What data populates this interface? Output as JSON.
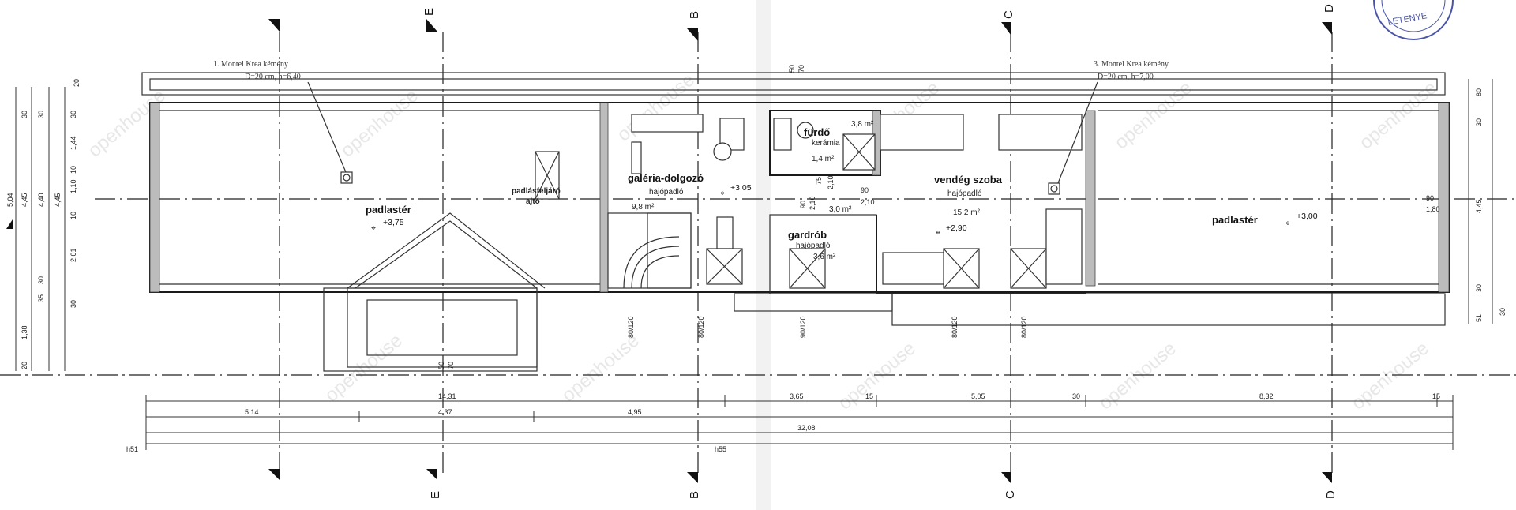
{
  "rooms": {
    "padlas_left": {
      "name": "padlastér",
      "level": "+3,75"
    },
    "padlas_right": {
      "name": "padlastér",
      "level": "+3,00"
    },
    "padlasfeljaro": {
      "line1": "padlásfeljáró",
      "line2": "ajtó"
    },
    "galeria": {
      "name": "galéria-dolgozó",
      "floor": "hajópadló",
      "area": "9,8 m²",
      "level": "+3,05"
    },
    "furdo": {
      "name": "fürdő",
      "floor": "kerámia",
      "area": "1,4 m²",
      "area2": "3,8 m²"
    },
    "vendeg": {
      "name": "vendég szoba",
      "floor": "hajópadló",
      "area": "15,2 m²",
      "level": "+2,90"
    },
    "gardrob": {
      "name": "gardrób",
      "floor": "hajópadló",
      "area": "3,6 m²"
    },
    "hall": {
      "area": "3,0 m²"
    }
  },
  "chimney_notes": {
    "left_line1": "1. Montel Krea kémény",
    "left_line2": "D=20 cm, h=6,40",
    "right_line1": "3. Montel Krea kémény",
    "right_line2": "D=20 cm, h=7,00"
  },
  "sections": {
    "top": [
      "E",
      "B",
      "C",
      "D"
    ],
    "bottom": [
      "E",
      "B",
      "C",
      "D"
    ]
  },
  "dimensions": {
    "row1": [
      "14,31",
      "3,65",
      "15",
      "5,05",
      "30",
      "8,32",
      "15"
    ],
    "row2": [
      "5,14",
      "4,37",
      "4,95"
    ],
    "total": "32,08",
    "left_side": [
      "20",
      "30",
      "30",
      "30",
      "1,44",
      "10",
      "1,10",
      "10",
      "2,01",
      "30",
      "35",
      "30",
      "1,38",
      "20"
    ],
    "left_tot": [
      "5,04",
      "4,45",
      "4,40",
      "4,45"
    ],
    "right_side": [
      "80",
      "30",
      "4,45",
      "30",
      "51",
      "30"
    ],
    "doors": [
      "80/120",
      "80/120",
      "90/120",
      "80/120",
      "80/120"
    ],
    "interior": [
      "90",
      "2,10",
      "75",
      "2,10",
      "90",
      "2,10",
      "50",
      "70",
      "50",
      "70",
      "90",
      "1,80"
    ],
    "bottom_marks": [
      "h51",
      "h55"
    ]
  },
  "watermark": "openhouse",
  "stamp": "LETENYE"
}
